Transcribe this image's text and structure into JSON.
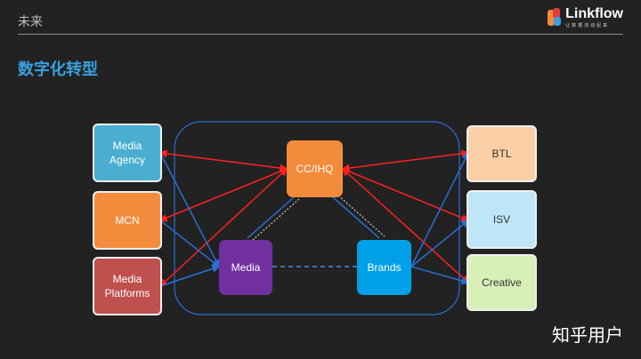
{
  "header": {
    "title": "未来"
  },
  "logo": {
    "name": "Linkflow",
    "tagline": "让数据流动起来"
  },
  "page": {
    "title": "数字化转型"
  },
  "nodes": {
    "media_agency": {
      "label": "Media\nAgency",
      "color": "#4aaed0"
    },
    "mcn": {
      "label": "MCN",
      "color": "#f28c3c"
    },
    "media_platforms": {
      "label": "Media\nPlatforms",
      "color": "#c0504d"
    },
    "cc_ihq": {
      "label": "CC/IHQ",
      "color": "#f28c3c"
    },
    "media": {
      "label": "Media",
      "color": "#7030a0"
    },
    "brands": {
      "label": "Brands",
      "color": "#00a0e9"
    },
    "btl": {
      "label": "BTL",
      "color": "#fbcfa5"
    },
    "isv": {
      "label": "ISV",
      "color": "#bfe6f6"
    },
    "creative": {
      "label": "Creative",
      "color": "#d8f0b8"
    }
  },
  "edge_colors": {
    "red": "#ff2020",
    "blue": "#2a6fd6",
    "cluster": "#2a6fd6"
  },
  "watermark": {
    "text": "知乎用户"
  }
}
